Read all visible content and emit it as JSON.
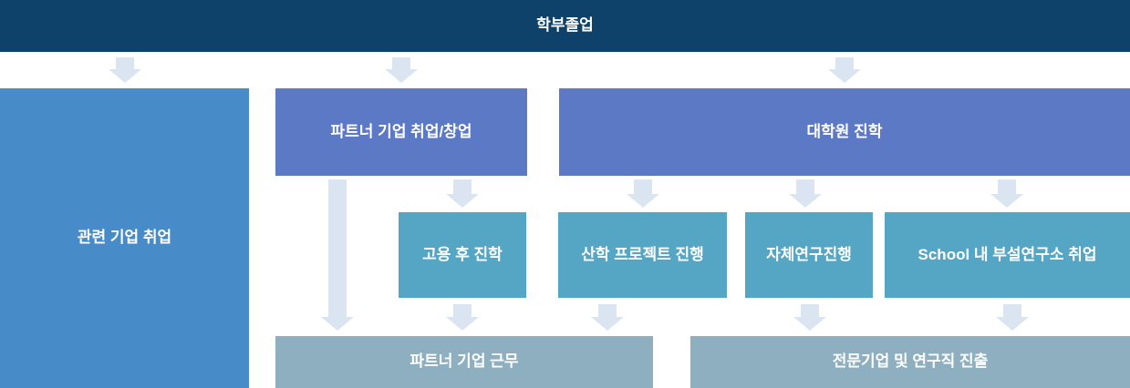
{
  "header": {
    "title": "학부졸업"
  },
  "nodes": {
    "related_employment": {
      "label": "관련 기업 취업"
    },
    "partner_employment": {
      "label": "파트너 기업 취업/창업"
    },
    "grad_school": {
      "label": "대학원 진학"
    },
    "study_after_employment": {
      "label": "고용 후 진학"
    },
    "industry_project": {
      "label": "산학 프로젝트 진행"
    },
    "self_research": {
      "label": "자체연구진행"
    },
    "school_institute": {
      "label": "School 내 부설연구소 취업"
    },
    "partner_work": {
      "label": "파트너 기업 근무"
    },
    "professional_research": {
      "label": "전문기업 및 연구직 진출"
    }
  },
  "colors": {
    "header_bg": "#0e426b",
    "primary_blue": "#478bc8",
    "purple_blue": "#5b79c5",
    "teal": "#55a5c4",
    "gray_blue": "#8eafc0",
    "arrow": "#dbe5f2",
    "text": "#ffffff"
  }
}
